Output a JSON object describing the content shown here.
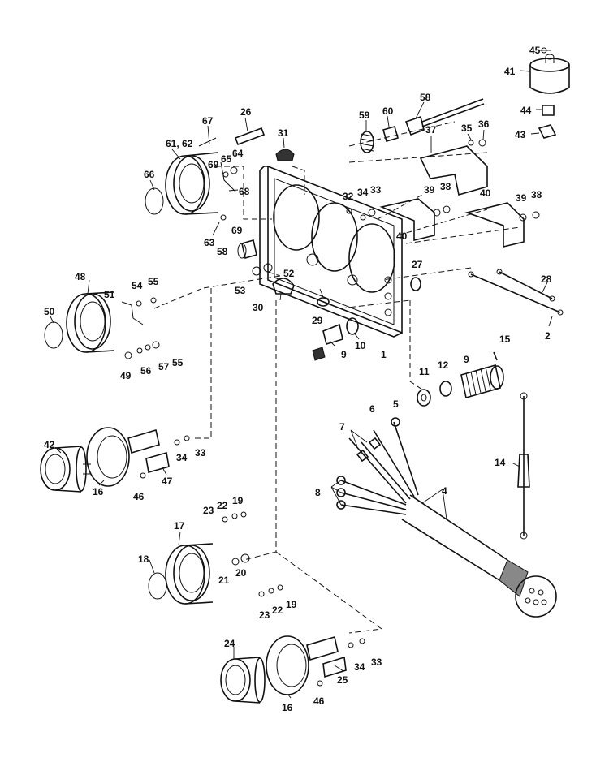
{
  "diagram": {
    "callouts": [
      {
        "id": "c45",
        "text": "45"
      },
      {
        "id": "c41",
        "text": "41"
      },
      {
        "id": "c44",
        "text": "44"
      },
      {
        "id": "c43",
        "text": "43"
      },
      {
        "id": "c59",
        "text": "59"
      },
      {
        "id": "c60",
        "text": "60"
      },
      {
        "id": "c58a",
        "text": "58"
      },
      {
        "id": "c37",
        "text": "37"
      },
      {
        "id": "c35",
        "text": "35"
      },
      {
        "id": "c36",
        "text": "36"
      },
      {
        "id": "c26",
        "text": "26"
      },
      {
        "id": "c31",
        "text": "31"
      },
      {
        "id": "c67",
        "text": "67"
      },
      {
        "id": "c6162",
        "text": "61, 62"
      },
      {
        "id": "c65",
        "text": "65"
      },
      {
        "id": "c64",
        "text": "64"
      },
      {
        "id": "c69a",
        "text": "69"
      },
      {
        "id": "c66",
        "text": "66"
      },
      {
        "id": "c68",
        "text": "68"
      },
      {
        "id": "c69b",
        "text": "69"
      },
      {
        "id": "c63",
        "text": "63"
      },
      {
        "id": "c32",
        "text": "32"
      },
      {
        "id": "c34a",
        "text": "34"
      },
      {
        "id": "c33a",
        "text": "33"
      },
      {
        "id": "c39a",
        "text": "39"
      },
      {
        "id": "c38a",
        "text": "38"
      },
      {
        "id": "c40a",
        "text": "40"
      },
      {
        "id": "c39b",
        "text": "39"
      },
      {
        "id": "c38b",
        "text": "38"
      },
      {
        "id": "c40b",
        "text": "40"
      },
      {
        "id": "c58b",
        "text": "58"
      },
      {
        "id": "c27",
        "text": "27"
      },
      {
        "id": "c53",
        "text": "53"
      },
      {
        "id": "c52",
        "text": "52"
      },
      {
        "id": "c30",
        "text": "30"
      },
      {
        "id": "c48",
        "text": "48"
      },
      {
        "id": "c51",
        "text": "51"
      },
      {
        "id": "c54",
        "text": "54"
      },
      {
        "id": "c55a",
        "text": "55"
      },
      {
        "id": "c50",
        "text": "50"
      },
      {
        "id": "c29",
        "text": "29"
      },
      {
        "id": "c9a",
        "text": "9"
      },
      {
        "id": "c10",
        "text": "10"
      },
      {
        "id": "c1",
        "text": "1"
      },
      {
        "id": "c28",
        "text": "28"
      },
      {
        "id": "c2",
        "text": "2"
      },
      {
        "id": "c49",
        "text": "49"
      },
      {
        "id": "c56",
        "text": "56"
      },
      {
        "id": "c57",
        "text": "57"
      },
      {
        "id": "c55b",
        "text": "55"
      },
      {
        "id": "c15",
        "text": "15"
      },
      {
        "id": "c11",
        "text": "11"
      },
      {
        "id": "c12",
        "text": "12"
      },
      {
        "id": "c9b",
        "text": "9"
      },
      {
        "id": "c6",
        "text": "6"
      },
      {
        "id": "c5",
        "text": "5"
      },
      {
        "id": "c7",
        "text": "7"
      },
      {
        "id": "c42",
        "text": "42"
      },
      {
        "id": "c34b",
        "text": "34"
      },
      {
        "id": "c33b",
        "text": "33"
      },
      {
        "id": "c47",
        "text": "47"
      },
      {
        "id": "c16a",
        "text": "16"
      },
      {
        "id": "c46a",
        "text": "46"
      },
      {
        "id": "c14",
        "text": "14"
      },
      {
        "id": "c8",
        "text": "8"
      },
      {
        "id": "c4",
        "text": "4"
      },
      {
        "id": "c23a",
        "text": "23"
      },
      {
        "id": "c22a",
        "text": "22"
      },
      {
        "id": "c19a",
        "text": "19"
      },
      {
        "id": "c17",
        "text": "17"
      },
      {
        "id": "c18",
        "text": "18"
      },
      {
        "id": "c21",
        "text": "21"
      },
      {
        "id": "c20",
        "text": "20"
      },
      {
        "id": "c23b",
        "text": "23"
      },
      {
        "id": "c22b",
        "text": "22"
      },
      {
        "id": "c19b",
        "text": "19"
      },
      {
        "id": "c24",
        "text": "24"
      },
      {
        "id": "c34c",
        "text": "34"
      },
      {
        "id": "c33c",
        "text": "33"
      },
      {
        "id": "c25",
        "text": "25"
      },
      {
        "id": "c16b",
        "text": "16"
      },
      {
        "id": "c46b",
        "text": "46"
      }
    ]
  }
}
